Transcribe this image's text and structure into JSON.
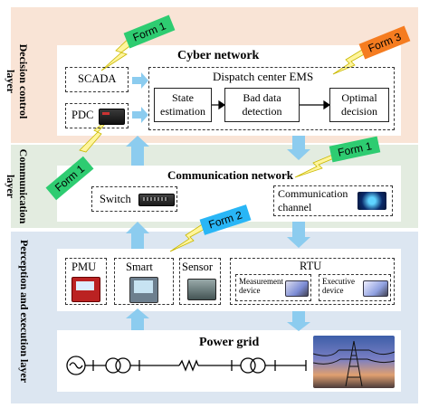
{
  "layers": {
    "decision": "Decision control layer",
    "communication": "Communication layer",
    "perception": "Perception and execution layer"
  },
  "cyber": {
    "title": "Cyber network",
    "scada": "SCADA",
    "pdc": "PDC",
    "ems_title": "Dispatch center EMS",
    "state_estimation": "State estimation",
    "bad_data_detection": "Bad data detection",
    "optimal_decision": "Optimal decision"
  },
  "comm": {
    "title": "Communication network",
    "switch": "Switch",
    "channel": "Communication channel"
  },
  "percep": {
    "pmu": "PMU",
    "smart": "Smart",
    "sensor": "Sensor",
    "rtu": "RTU",
    "measurement_device": "Measurement device",
    "executive_device": "Executive device"
  },
  "grid": {
    "title": "Power grid"
  },
  "forms": {
    "form1": "Form 1",
    "form2": "Form 2",
    "form3": "Form 3"
  },
  "colors": {
    "decision_band": "#f9e4d6",
    "comm_band": "#e3ece0",
    "percep_band": "#dce6f1",
    "arrow": "#8cccef",
    "form1": "#2ecc71",
    "form2": "#29b6f6",
    "form3": "#f57c20",
    "lightning": "#fff176"
  }
}
